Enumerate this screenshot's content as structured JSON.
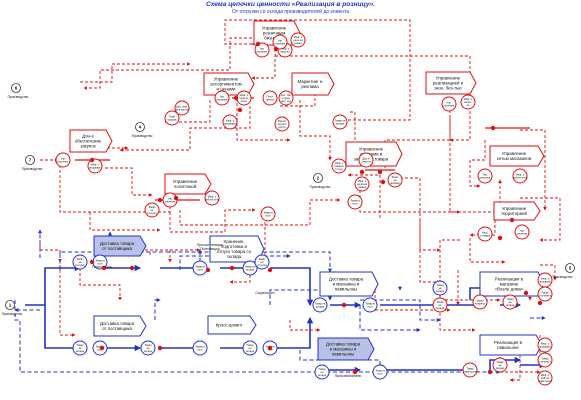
{
  "header": {
    "title": "Схема цепочки ценности «Реализация в розницу».",
    "subtitle": "От отгрузки со склада производителей до клиента"
  },
  "colors": {
    "blue": "#2233cc",
    "red": "#dd1111",
    "box_fill": "#ffffff",
    "dark_box_fill": "#b8c2e6"
  },
  "boxes": [
    {
      "text": [
        "Управление",
        "розничным",
        "бизнесом"
      ]
    },
    {
      "text": [
        "Управление",
        "ассортиментом",
        "и ценами"
      ]
    },
    {
      "text": [
        "Маркетинг и",
        "реклама"
      ]
    },
    {
      "text": [
        "Управление",
        "реализацией и",
        "экон. без-тью"
      ]
    },
    {
      "text": [
        "Дон-е",
        "обеспечение",
        "закупок"
      ]
    },
    {
      "text": [
        "Управление",
        "заказами и",
        "запасами товара"
      ]
    },
    {
      "text": [
        "Управление",
        "логистикой"
      ]
    },
    {
      "text": [
        "Управление",
        "сетью магазинов"
      ]
    },
    {
      "text": [
        "Управление",
        "территорией"
      ]
    },
    {
      "text": [
        "Доставка товара",
        "от поставщика"
      ]
    },
    {
      "text": [
        "Хранение,",
        "подготовка и",
        "отпуск товара со",
        "склада"
      ]
    },
    {
      "text": [
        "Доставка товара",
        "в магазины и",
        "павильоны"
      ]
    },
    {
      "text": [
        "Доставка товара",
        "от поставщика"
      ]
    },
    {
      "text": [
        "Кросс-докинг"
      ]
    },
    {
      "text": [
        "Реализация в",
        "магазине",
        "«Возле дома»"
      ]
    },
    {
      "text": [
        "Доставка товара",
        "в магазины и",
        "павильоны"
      ]
    },
    {
      "text": [
        "Реализация в",
        "павильоне"
      ]
    }
  ],
  "circles": [
    {
      "text": [
        "Упр.",
        "решение"
      ]
    },
    {
      "text": [
        "Инф. о",
        "прод-ах"
      ]
    },
    {
      "text": [
        "Упр.",
        "решения"
      ]
    },
    {
      "text": [
        "Инф. о",
        "цене на",
        "рынке"
      ]
    },
    {
      "text": [
        "Кол. тов.",
        "и цены",
        "на к. сет"
      ]
    },
    {
      "text": [
        "Упр.",
        "решения"
      ]
    },
    {
      "text": [
        "Инф. о",
        "прод-ах",
        "сопут."
      ]
    },
    {
      "text": [
        "Поло-",
        "жения"
      ]
    },
    {
      "text": [
        "План",
        "продаж"
      ]
    },
    {
      "text": [
        "Инф. о",
        "продажах"
      ]
    },
    {
      "text": [
        "Расчёт",
        "потреб-",
        "ности"
      ]
    },
    {
      "text": [
        "Доп. инф.",
        "для зак-ов"
      ]
    },
    {
      "text": [
        "Упр.",
        "решение"
      ]
    },
    {
      "text": [
        "Инф. о",
        "налич-",
        "ии"
      ]
    },
    {
      "text": [
        "Инф. о",
        "товарах",
        "в пути"
      ]
    },
    {
      "text": [
        "Доп-е",
        "инф-ия"
      ]
    },
    {
      "text": [
        "Инф. о",
        "наличии",
        "товара"
      ]
    },
    {
      "text": [
        "Упр.",
        "решения"
      ]
    },
    {
      "text": [
        "Инф. о",
        "продажах"
      ]
    },
    {
      "text": [
        "Упр.",
        "решения"
      ]
    },
    {
      "text": [
        "Инф. о",
        "работе м-на"
      ]
    },
    {
      "text": [
        "Упр.",
        "решения"
      ]
    },
    {
      "text": [
        "Инф. о",
        "работе м-на"
      ]
    },
    {
      "text": [
        "Инф.",
        "о товаре"
      ]
    },
    {
      "text": [
        "Упр.",
        "решения"
      ]
    },
    {
      "text": [
        "Заказ",
        "на",
        "отгрузку"
      ]
    },
    {
      "text": [
        "Товар в",
        "пути"
      ]
    },
    {
      "text": [
        "Заказ",
        "на",
        "приёмку"
      ]
    },
    {
      "text": [
        "Товар в",
        "пути"
      ]
    },
    {
      "text": [
        "Товар на",
        "складе"
      ]
    },
    {
      "text": [
        "Заказ",
        "на",
        "отгрузку"
      ]
    },
    {
      "text": [
        "Товар в",
        "пути"
      ]
    },
    {
      "text": [
        "Товар в",
        "пути"
      ]
    },
    {
      "text": [
        "Товар на",
        "складе"
      ]
    },
    {
      "text": [
        "Заказ",
        "на",
        "отгрузку"
      ]
    },
    {
      "text": [
        "Товар",
        "на",
        "складе"
      ]
    },
    {
      "text": [
        "Товар в",
        "пути"
      ]
    },
    {
      "text": [
        "Товар",
        "на",
        "складе"
      ]
    },
    {
      "text": [
        "Товар в",
        "пути"
      ]
    },
    {
      "text": [
        "Товар",
        "на",
        "складе"
      ]
    },
    {
      "text": [
        "Товар в",
        "пути"
      ]
    },
    {
      "text": [
        "Товар на",
        "складе"
      ]
    },
    {
      "text": [
        "Товар в",
        "пути"
      ]
    },
    {
      "text": [
        "Товар",
        "на",
        "складе"
      ]
    },
    {
      "text": [
        "Товар в",
        "пути"
      ]
    },
    {
      "text": [
        "Товар",
        "на",
        "складе"
      ]
    },
    {
      "text": [
        "Заказ",
        "клиента"
      ]
    },
    {
      "text": [
        "Товар",
        "на",
        "складе"
      ]
    },
    {
      "text": [
        "Инф. о",
        "продажах"
      ]
    },
    {
      "text": [
        "Товар",
        "у клиента"
      ]
    },
    {
      "text": [
        "Товар",
        "на",
        "складе"
      ]
    },
    {
      "text": [
        "Товар",
        "павильона"
      ]
    },
    {
      "text": [
        "Инф. о",
        "продажах"
      ]
    },
    {
      "text": [
        "Товар",
        "у клиента"
      ]
    },
    {
      "text": [
        "Инф. о",
        "работе",
        "павильона"
      ]
    },
    {
      "text": [
        "Товар",
        "на",
        "складе"
      ]
    }
  ],
  "refs": [
    {
      "num": "6",
      "label": "Производство"
    },
    {
      "num": "4",
      "label": "Производство"
    },
    {
      "num": "7",
      "label": "Производство"
    },
    {
      "num": "2",
      "label": "Производство"
    },
    {
      "num": "1",
      "label": "Производство"
    },
    {
      "num": "5",
      "label": "Производство"
    }
  ],
  "labels": [
    "Поставщик",
    "Прочие товары",
    "Поставщик",
    "Скоропорт",
    "Производитель"
  ]
}
